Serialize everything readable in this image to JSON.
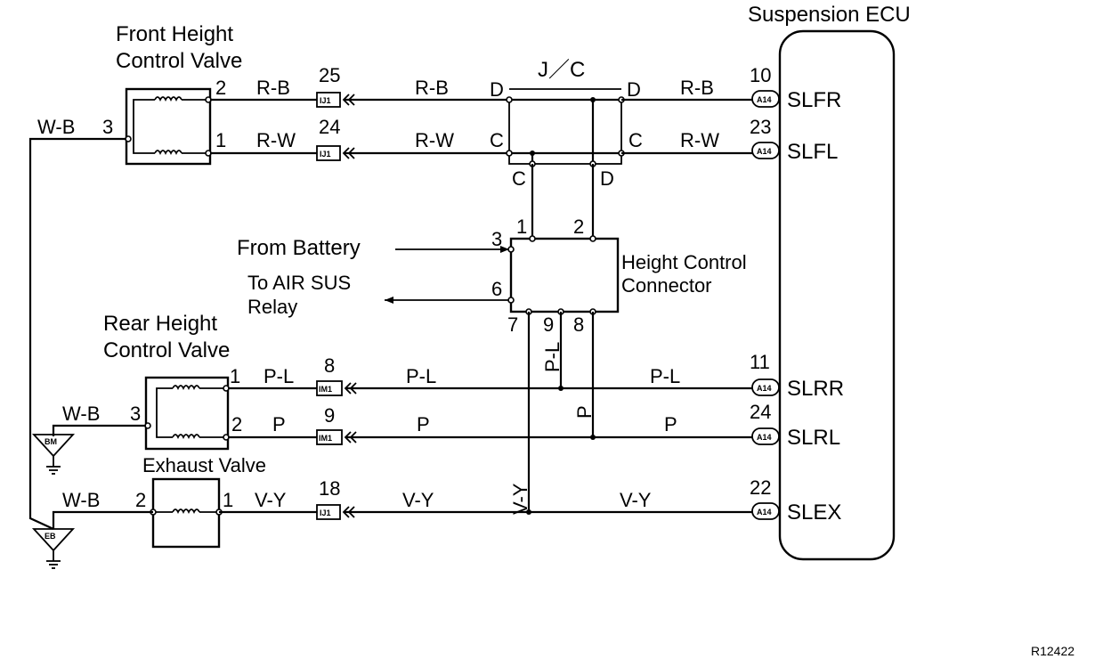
{
  "ecu": {
    "title": "Suspension ECU",
    "pins": [
      {
        "num": "10",
        "name": "SLFR",
        "conn": "A14"
      },
      {
        "num": "23",
        "name": "SLFL",
        "conn": "A14"
      },
      {
        "num": "11",
        "name": "SLRR",
        "conn": "A14"
      },
      {
        "num": "24",
        "name": "SLRL",
        "conn": "A14"
      },
      {
        "num": "22",
        "name": "SLEX",
        "conn": "A14"
      }
    ]
  },
  "front_valve": {
    "title_line1": "Front Height",
    "title_line2": "Control Valve",
    "pin_top": "2",
    "pin_bottom": "1",
    "pin_common": "3",
    "common_wire": "W-B",
    "wire_top": "R-B",
    "wire_bottom": "R-W"
  },
  "rear_valve": {
    "title_line1": "Rear Height",
    "title_line2": "Control Valve",
    "pin_top": "1",
    "pin_bottom": "2",
    "pin_common": "3",
    "common_wire": "W-B",
    "wire_top": "P-L",
    "wire_bottom": "P"
  },
  "exhaust_valve": {
    "title": "Exhaust Valve",
    "pin_left": "2",
    "pin_right": "1",
    "wire_left": "W-B",
    "wire_right": "V-Y"
  },
  "connectors": [
    {
      "num": "25",
      "conn": "IJ1"
    },
    {
      "num": "24",
      "conn": "IJ1"
    },
    {
      "num": "8",
      "conn": "IM1"
    },
    {
      "num": "9",
      "conn": "IM1"
    },
    {
      "num": "18",
      "conn": "IJ1"
    }
  ],
  "jc": {
    "title": "J／C",
    "pin_d_left": "D",
    "pin_d_right": "D",
    "pin_c_left": "C",
    "pin_c_right": "C",
    "pin_c_bottom": "C",
    "pin_d_bottom": "D"
  },
  "hcc": {
    "title_line1": "Height Control",
    "title_line2": "Connector",
    "pin1": "1",
    "pin2": "2",
    "pin3": "3",
    "pin6": "6",
    "pin7": "7",
    "pin9": "9",
    "pin8": "8"
  },
  "wires": {
    "rb": "R-B",
    "rw": "R-W",
    "pl": "P-L",
    "p": "P",
    "vy": "V-Y"
  },
  "labels": {
    "from_battery": "From Battery",
    "to_air_sus_line1": "To AIR SUS",
    "to_air_sus_line2": "Relay"
  },
  "grounds": [
    {
      "name": "BM"
    },
    {
      "name": "EB"
    }
  ],
  "figure_code": "R12422"
}
